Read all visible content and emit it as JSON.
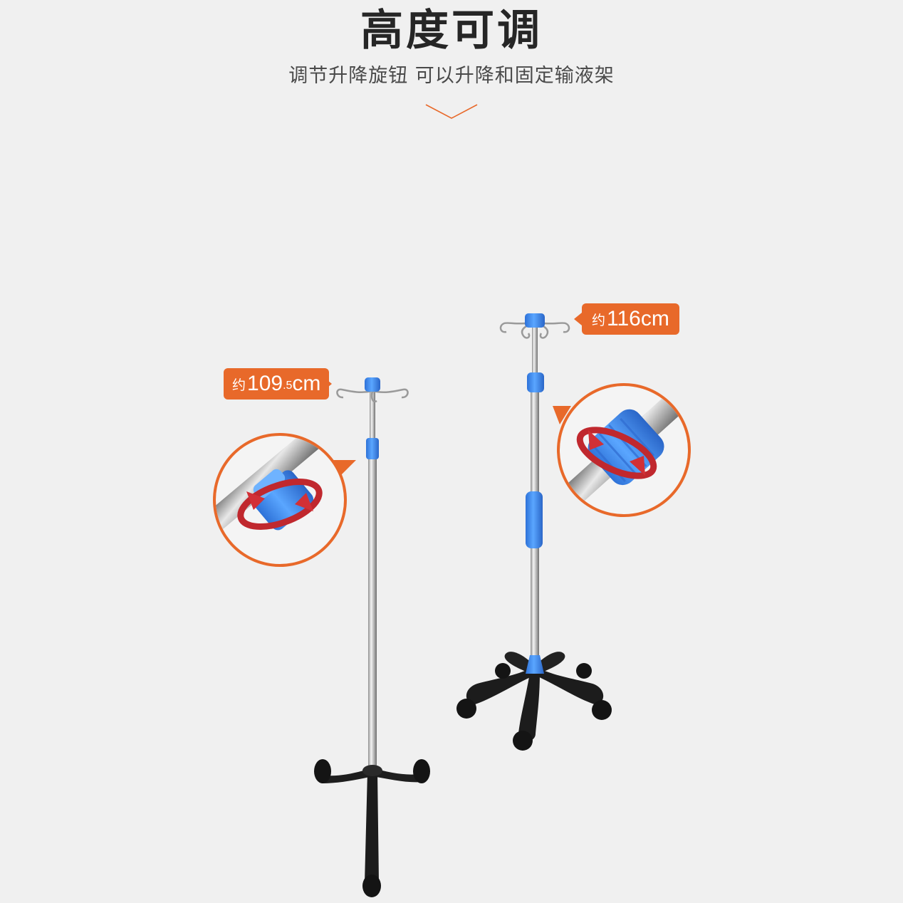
{
  "header": {
    "title": "高度可调",
    "subtitle": "调节升降旋钮 可以升降和固定输液架"
  },
  "left_stand": {
    "label_prefix": "约",
    "label_value": "109",
    "label_decimal": ".5",
    "label_unit": "cm"
  },
  "right_stand": {
    "label_prefix": "约",
    "label_value": "116",
    "label_unit": "cm"
  },
  "colors": {
    "accent": "#e8692a",
    "knob_blue": "#3d8cf0",
    "base_black": "#1c1c1c",
    "background": "#f0f0f0"
  }
}
